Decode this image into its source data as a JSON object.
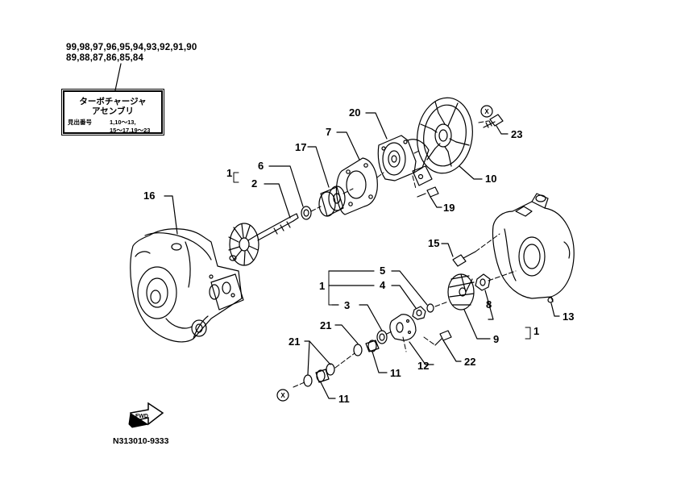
{
  "model_years": {
    "line1": "99,98,97,96,95,94,93,92,91,90",
    "line2": "89,88,87,86,85,84"
  },
  "assembly_label": {
    "title_line1": "ターボチャージャ",
    "title_line2": "アセンブリ",
    "ref_key": "見出番号",
    "ref_value_line1": "1,10～13,",
    "ref_value_line2": "15～17,19～23"
  },
  "callouts": {
    "c1a": "1",
    "c6": "6",
    "c2": "2",
    "c16": "16",
    "c17": "17",
    "c7": "7",
    "c20": "20",
    "c10": "10",
    "c23": "23",
    "c19": "19",
    "c15": "15",
    "c13": "13",
    "c5": "5",
    "c4": "4",
    "c1b": "1",
    "c3": "3",
    "c8": "8",
    "c9": "9",
    "c1c": "1",
    "c21a": "21",
    "c12": "12",
    "c22": "22",
    "c11a": "11",
    "c21b": "21",
    "c11b": "11"
  },
  "markers": {
    "x_top": "X",
    "x_bottom": "X"
  },
  "fwd_label": "FWD",
  "diagram_code": "N313010-9333"
}
